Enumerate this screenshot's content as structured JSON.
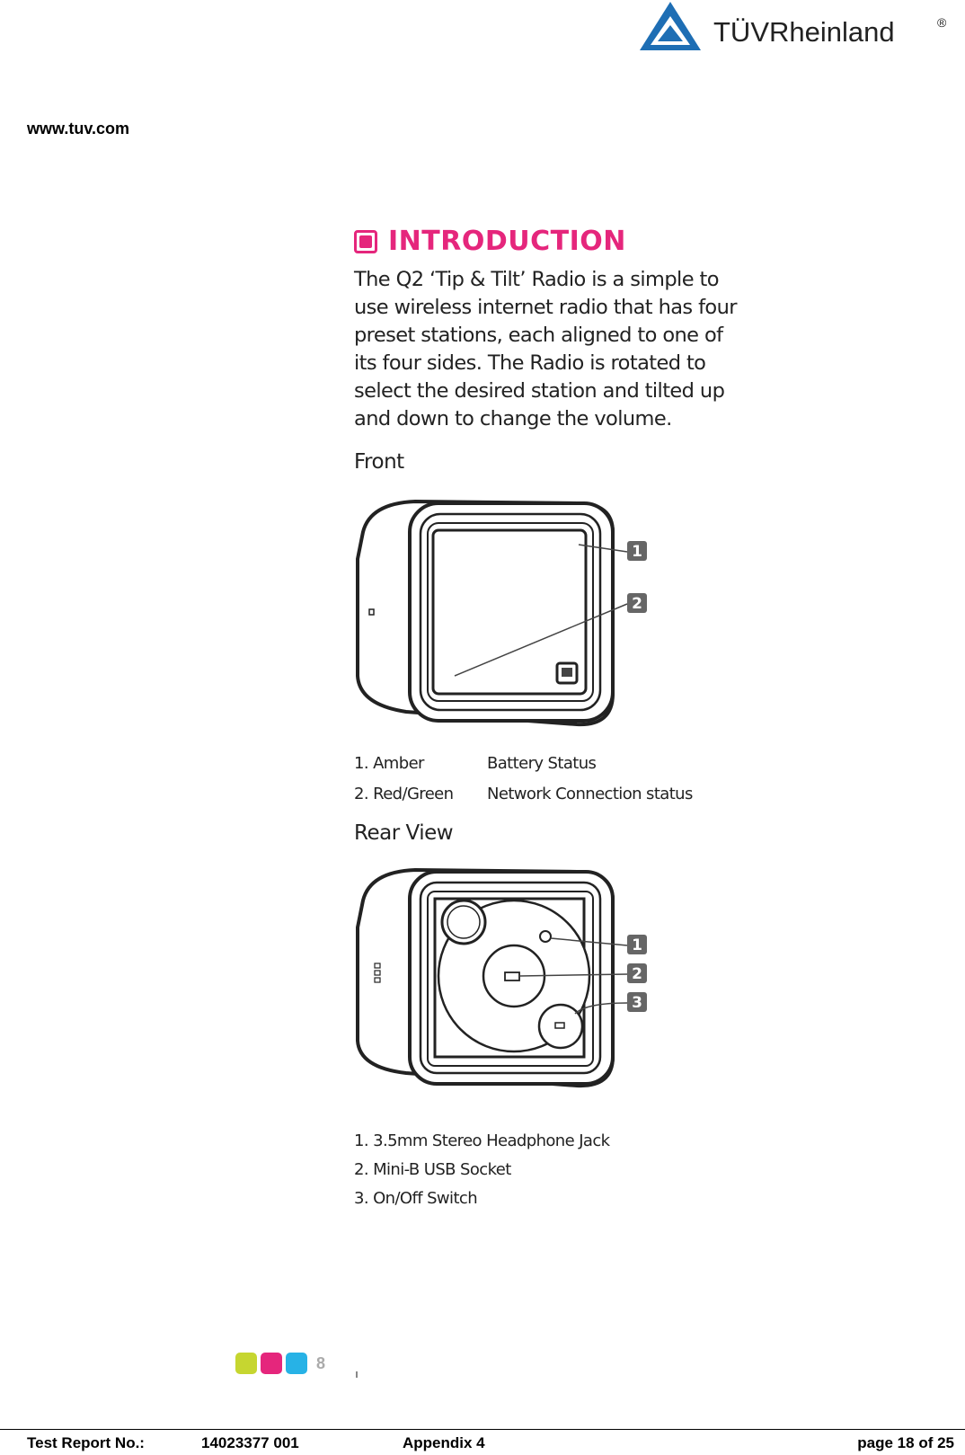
{
  "header": {
    "brand_text": "TÜVRheinland",
    "registered_mark": "®",
    "site_url": "www.tuv.com"
  },
  "manual": {
    "intro_title": "INTRODUCTION",
    "intro_lines": [
      "The Q2 ‘Tip & Tilt’ Radio is a simple to",
      "use wireless internet radio that has four",
      "preset stations, each aligned to one of",
      "its four sides. The Radio is rotated to",
      "select the desired station and tilted up",
      "and down to change the volume."
    ],
    "front": {
      "heading": "Front",
      "callouts": [
        "1",
        "2"
      ],
      "legend": [
        {
          "item": "1. Amber",
          "desc": "Battery Status"
        },
        {
          "item": "2. Red/Green",
          "desc": "Network Connection status"
        }
      ]
    },
    "rear": {
      "heading": "Rear View",
      "callouts": [
        "1",
        "2",
        "3"
      ],
      "items": [
        "1. 3.5mm Stereo Headphone Jack",
        "2. Mini-B USB Socket",
        "3. On/Off Switch"
      ]
    },
    "page_number": "8",
    "dot_colors": [
      "#c6d630",
      "#e5267c",
      "#27b2e6"
    ],
    "accent_color": "#e5267c"
  },
  "footer": {
    "report_label": "Test Report No.:",
    "report_number": "14023377 001",
    "appendix": "Appendix 4",
    "page": "page 18 of 25"
  }
}
